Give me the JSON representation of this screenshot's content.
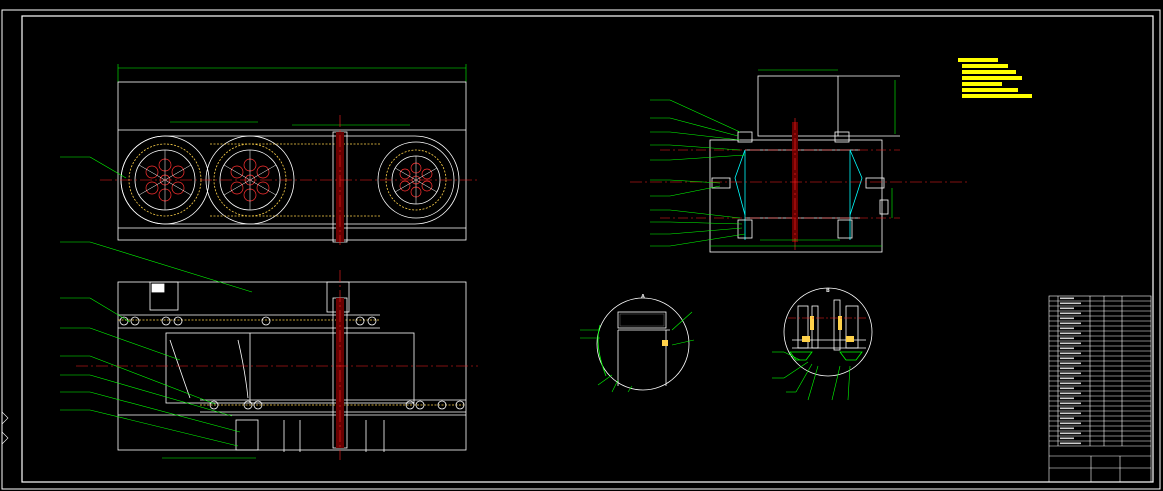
{
  "drawing": {
    "background": "#000000",
    "colors": {
      "outline": "#ffffff",
      "centerline": "#ff2020",
      "dimension": "#00ff00",
      "chain": "#ffd24a",
      "accent": "#00ffff",
      "note": "#ffff00",
      "magenta": "#ff40ff"
    },
    "detail_labels": {
      "detail_a": "A",
      "detail_b": "B"
    },
    "title_block": {
      "rows": 30,
      "cols": 5
    }
  }
}
